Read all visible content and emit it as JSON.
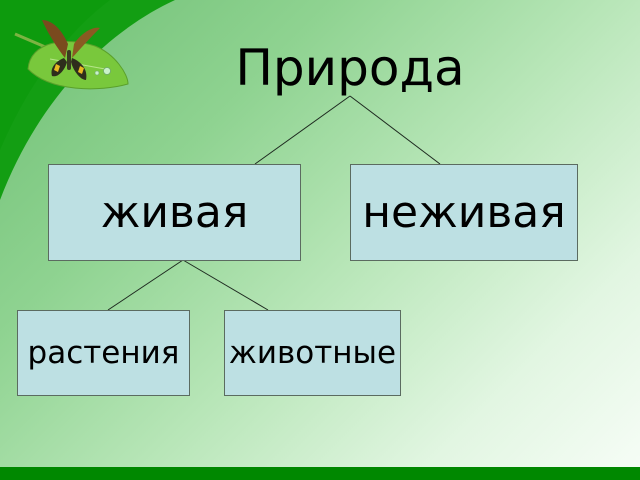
{
  "title": "Природа",
  "tree": {
    "root": "Природа",
    "level1": [
      {
        "label": "живая"
      },
      {
        "label": "неживая"
      }
    ],
    "level2": [
      {
        "label": "растения",
        "parent": "живая"
      },
      {
        "label": "животные",
        "parent": "живая"
      }
    ]
  },
  "colors": {
    "box_fill": "#bde0e3",
    "box_border": "#5b6b60",
    "accent_green": "#008800",
    "line": "#1e2a20"
  },
  "decoration": {
    "icon": "butterfly-on-leaf-icon"
  }
}
